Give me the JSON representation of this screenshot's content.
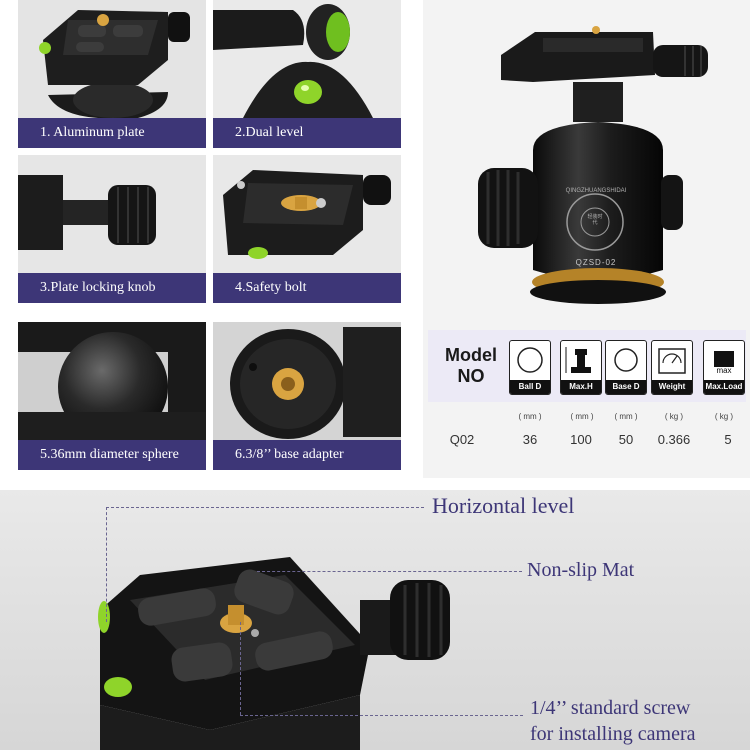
{
  "features": [
    {
      "caption": "1. Aluminum plate"
    },
    {
      "caption": "2.Dual level"
    },
    {
      "caption": "3.Plate locking knob"
    },
    {
      "caption": "4.Safety bolt"
    },
    {
      "caption": "5.36mm diameter sphere"
    },
    {
      "caption": "6.3/8’’ base adapter"
    }
  ],
  "product": {
    "ring_text": "QINGZHUANGSHIDAI",
    "logo_text": "轻装时代",
    "model_code": "QZSD-02"
  },
  "specs": {
    "model_label": "Model NO",
    "headers": [
      "Ball D",
      "Max.H",
      "Base D",
      "Weight",
      "Max.Load"
    ],
    "max_icon_text": "max",
    "units": [
      "( mm )",
      "( mm )",
      "( mm )",
      "( kg )",
      "( kg )"
    ],
    "model": "Q02",
    "values": [
      "36",
      "100",
      "50",
      "0.366",
      "5"
    ]
  },
  "callouts": {
    "horizontal_level": "Horizontal level",
    "non_slip_mat": "Non-slip Mat",
    "screw_line1": "1/4’’ standard screw",
    "screw_line2": "for installing camera"
  },
  "colors": {
    "caption_bar": "#3d3677",
    "callout_text": "#3d3677",
    "level_bubble": "#8fd42a",
    "brass": "#d9a441"
  }
}
